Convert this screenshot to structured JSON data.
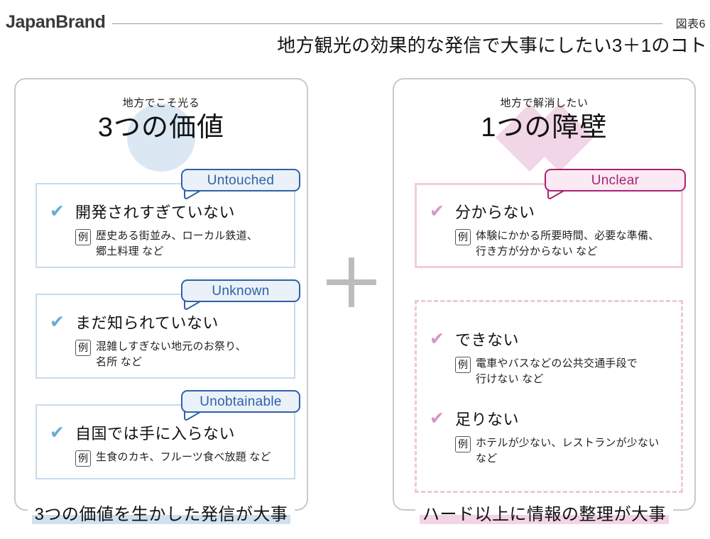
{
  "header": {
    "brand": "JapanBrand",
    "figure_number": "図表6",
    "title": "地方観光の効果的な発信で大事にしたい3＋1のコト"
  },
  "center": {
    "plus_symbol": "+"
  },
  "colors": {
    "blue_accent": "#2f62a8",
    "blue_light": "#dbe8f4",
    "blue_border": "#c6dcee",
    "blue_check": "#6aaad4",
    "pink_accent": "#a82273",
    "pink_light": "#f1d6e7",
    "pink_border": "#f2cde1",
    "pink_check": "#d995bf",
    "plus_gray": "#bcbcbc",
    "rule_gray": "#9a9a9a"
  },
  "left_panel": {
    "heading_sub": "地方でこそ光る",
    "heading_main": "3つの価値",
    "items": [
      {
        "callout": "Untouched",
        "title": "開発されすぎていない",
        "example_label": "例",
        "example_text": "歴史ある街並み、ローカル鉄道、\n郷土料理 など"
      },
      {
        "callout": "Unknown",
        "title": "まだ知られていない",
        "example_label": "例",
        "example_text": "混雑しすぎない地元のお祭り、\n名所 など"
      },
      {
        "callout": "Unobtainable",
        "title": "自国では手に入らない",
        "example_label": "例",
        "example_text": "生食のカキ、フルーツ食べ放題 など"
      }
    ],
    "footer": "3つの価値を生かした発信が大事"
  },
  "right_panel": {
    "heading_sub": "地方で解消したい",
    "heading_main": "1つの障壁",
    "items": [
      {
        "callout": "Unclear",
        "title": "分からない",
        "example_label": "例",
        "example_text": "体験にかかる所要時間、必要な準備、\n行き方が分からない など"
      },
      {
        "title": "できない",
        "example_label": "例",
        "example_text": "電車やバスなどの公共交通手段で\n行けない など"
      },
      {
        "title": "足りない",
        "example_label": "例",
        "example_text": "ホテルが少ない、レストランが少ない\nなど"
      }
    ],
    "footer": "ハード以上に情報の整理が大事"
  }
}
